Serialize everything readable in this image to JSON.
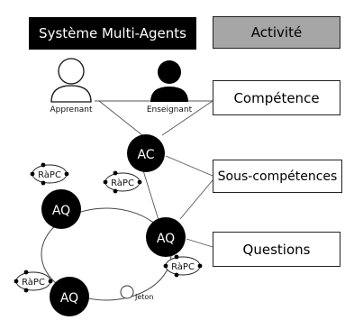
{
  "header": {
    "system_title": "Système Multi-Agents",
    "activity_label": "Activité"
  },
  "side_boxes": {
    "competence": "Compétence",
    "sub_competences": "Sous-compétences",
    "questions": "Questions"
  },
  "actors": {
    "learner": "Apprenant",
    "teacher": "Enseignant"
  },
  "agents": {
    "ac": "AC",
    "aq_top": "AQ",
    "aq_right": "AQ",
    "aq_bottom": "AQ"
  },
  "rapc": {
    "near_aq_top": "RàPC",
    "near_ac": "RàPC",
    "near_aq_right": "RàPC",
    "near_aq_bottom": "RàPC"
  },
  "token_label": "Jeton",
  "colors": {
    "agent_fill": "#000000",
    "activity_fill": "#a6a6a6",
    "title_fill": "#000000"
  }
}
